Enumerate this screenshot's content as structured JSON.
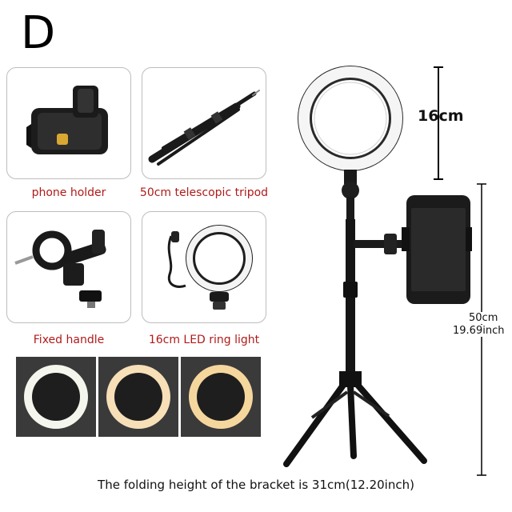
{
  "variant_letter": "D",
  "accessories": [
    {
      "caption": "phone holder"
    },
    {
      "caption": "50cm telescopic tripod"
    },
    {
      "caption": "Fixed handle"
    },
    {
      "caption": "16cm LED ring light"
    }
  ],
  "light_modes": [
    {
      "name": "white",
      "color": "#f4f6ee"
    },
    {
      "name": "neutral",
      "color": "#f7dfb8"
    },
    {
      "name": "warm",
      "color": "#f5d79e"
    }
  ],
  "dimensions": {
    "ring_diameter": "16cm",
    "height_cm": "50cm",
    "height_inch": "19.69inch"
  },
  "footer_text": "The folding height of the bracket is 31cm(12.20inch)"
}
